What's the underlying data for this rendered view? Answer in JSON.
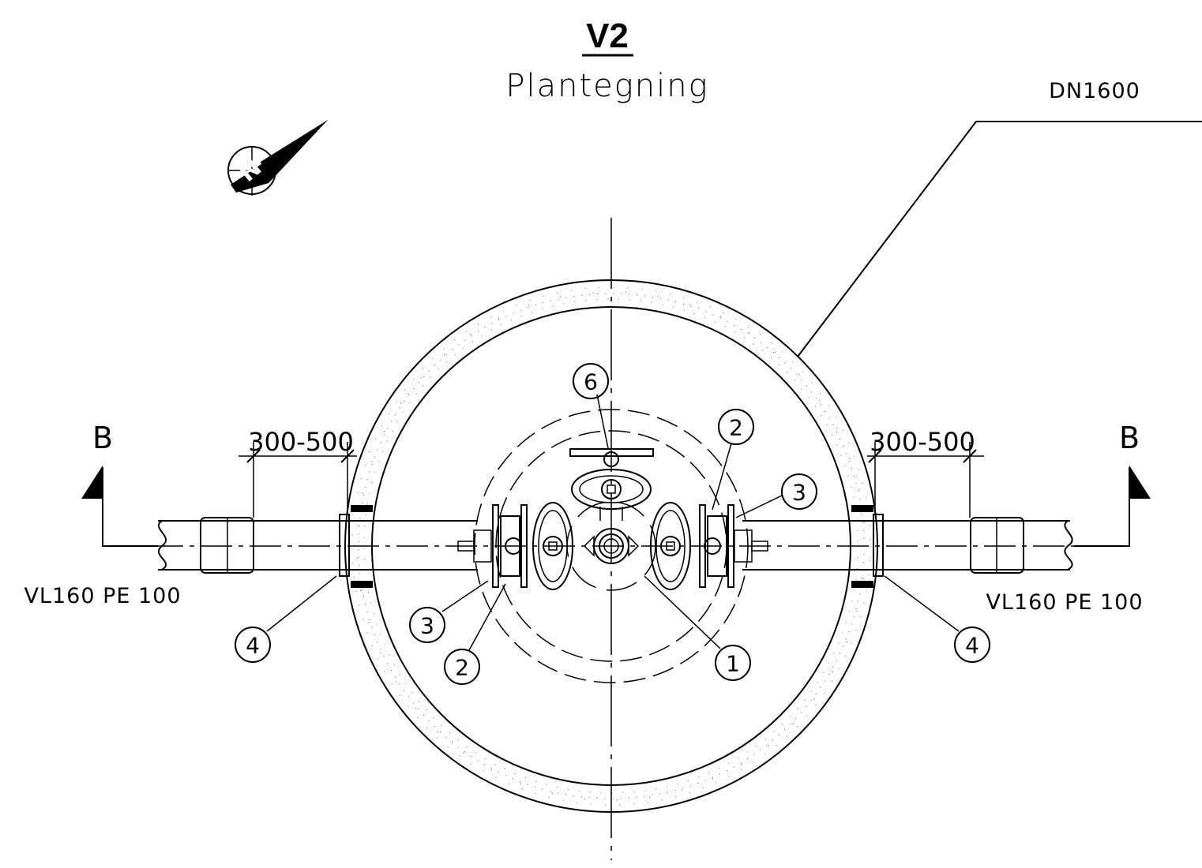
{
  "title": "V2",
  "subtitle": "Plantegning",
  "well_label": "DN1600",
  "pipe_label_left": "VL160 PE 100",
  "pipe_label_right": "VL160 PE 100",
  "dim_left": "300-500",
  "dim_right": "300-500",
  "section_left": "B",
  "section_right": "B",
  "north_letter": "N",
  "callouts": {
    "c1": "1",
    "c2a": "2",
    "c2b": "2",
    "c3a": "3",
    "c3b": "3",
    "c4a": "4",
    "c4b": "4",
    "c6": "6"
  }
}
